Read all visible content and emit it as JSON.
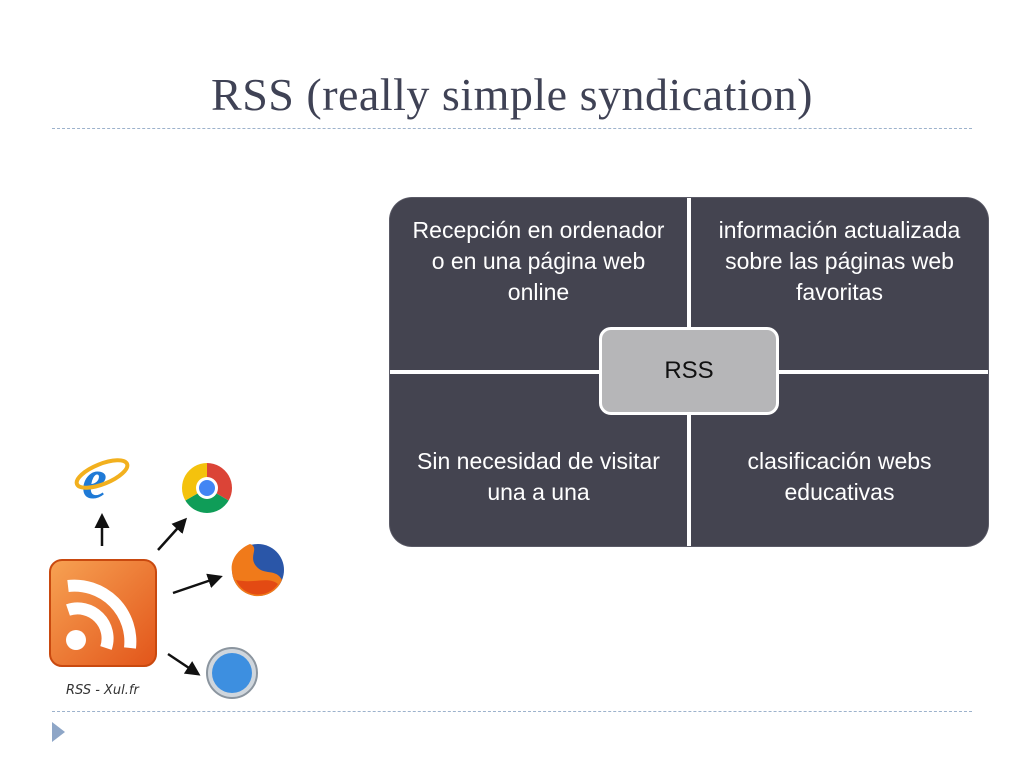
{
  "slide": {
    "title": "RSS (really simple syndication)"
  },
  "diagram": {
    "center": "RSS",
    "quadrants": {
      "top_left": "Recepción en ordenador o en una página web online",
      "top_right": "información actualizada sobre las páginas web favoritas",
      "bottom_left": "Sin necesidad de visitar una a una",
      "bottom_right": "clasificación webs educativas"
    },
    "fill_color": "#444450",
    "center_color": "#b6b6b8"
  },
  "illustration": {
    "caption": "RSS - Xul.fr",
    "icons": [
      "rss-feed-icon",
      "internet-explorer-icon",
      "chrome-icon",
      "firefox-icon",
      "safari-icon"
    ],
    "rss_color": "#f2731e"
  }
}
